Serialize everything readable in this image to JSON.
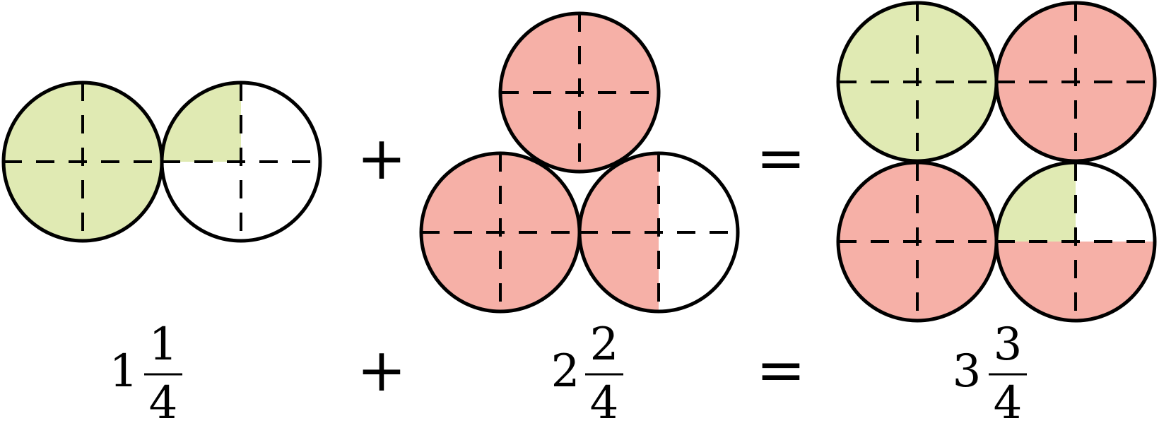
{
  "colors": {
    "green": "#e0eab3",
    "red": "#f6b0a7",
    "outline": "#000000"
  },
  "equation": {
    "term1": {
      "whole": "1",
      "numerator": "1",
      "denominator": "4"
    },
    "plus": "+",
    "term2": {
      "whole": "2",
      "numerator": "2",
      "denominator": "4"
    },
    "equals": "=",
    "result": {
      "whole": "3",
      "numerator": "3",
      "denominator": "4"
    }
  },
  "diagram": {
    "term1": [
      {
        "filled_quarters": 4,
        "color": "green"
      },
      {
        "filled_quarters": 1,
        "color": "green"
      }
    ],
    "term2": [
      {
        "filled_quarters": 4,
        "color": "red"
      },
      {
        "filled_quarters": 4,
        "color": "red"
      },
      {
        "filled_quarters": 2,
        "color": "red"
      }
    ],
    "result": [
      {
        "filled_quarters": 4,
        "color": "green"
      },
      {
        "filled_quarters": 4,
        "color": "red"
      },
      {
        "filled_quarters": 4,
        "color": "red"
      },
      {
        "filled_quarters": 3,
        "color": "mixed"
      }
    ]
  }
}
